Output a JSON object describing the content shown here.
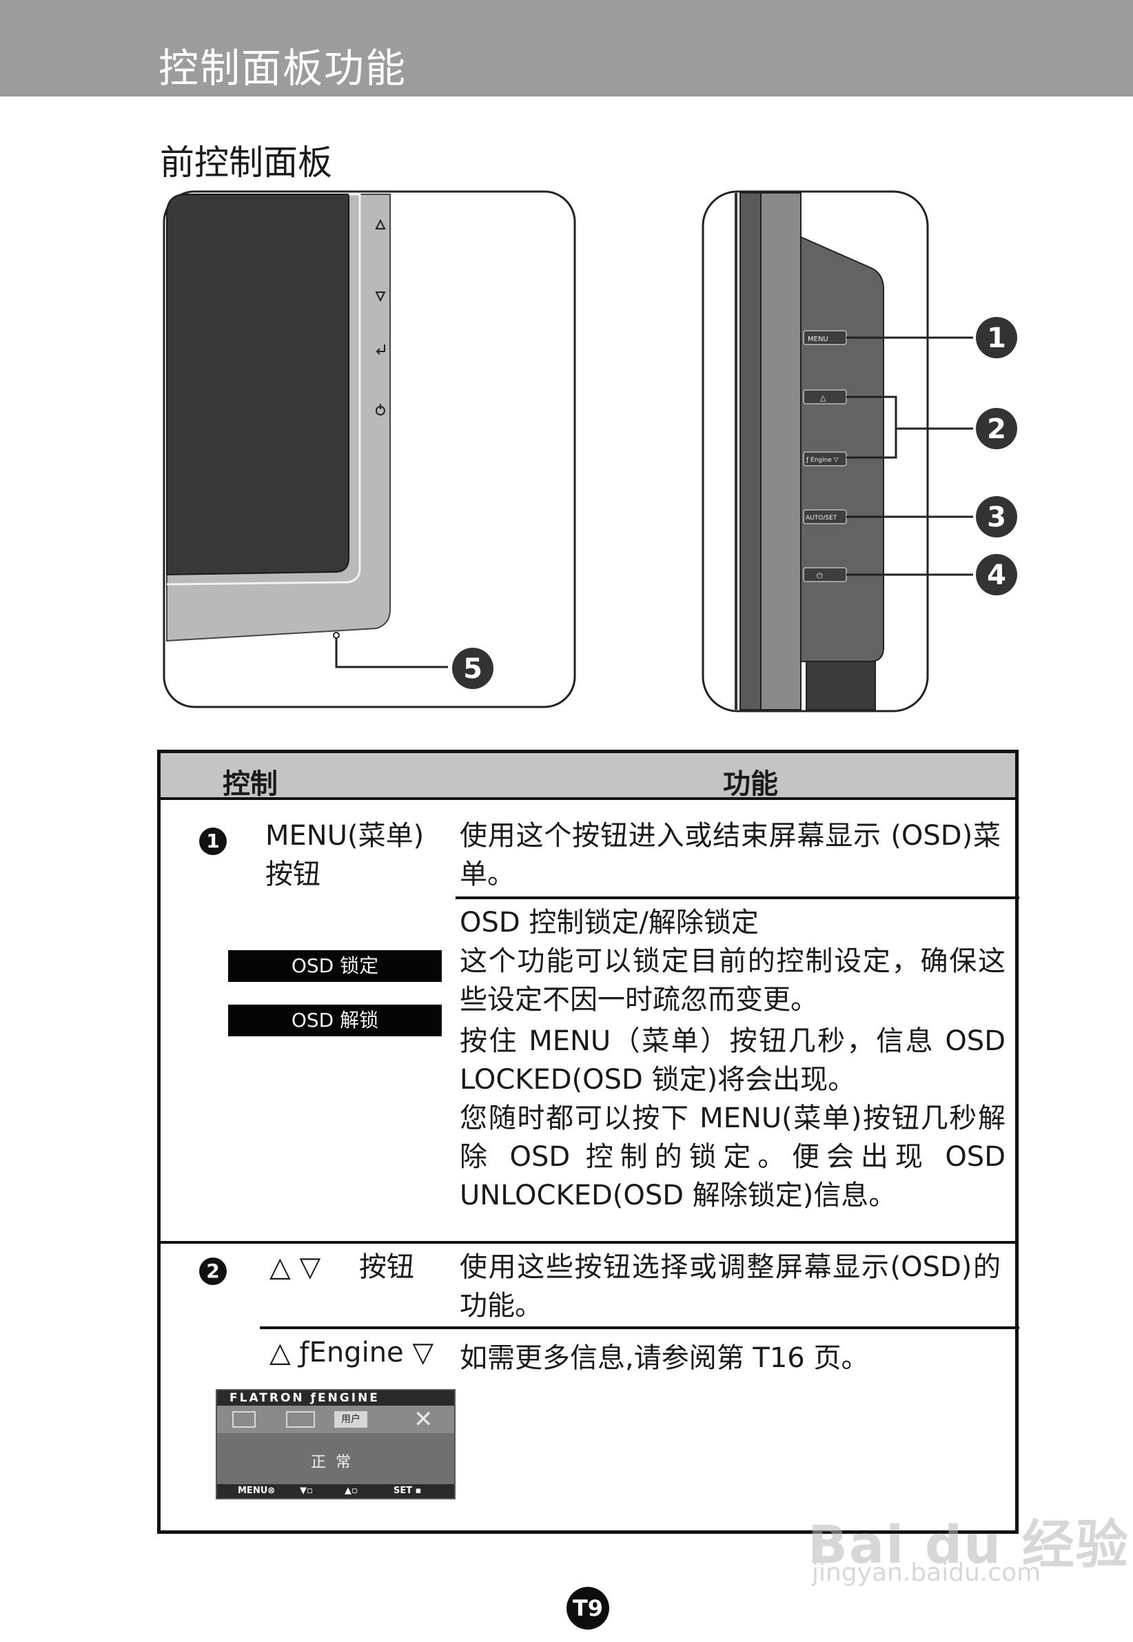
{
  "header": {
    "title": "控制面板功能"
  },
  "section": {
    "title": "前控制面板"
  },
  "diagram": {
    "left_icons": [
      "triangle-up-icon",
      "triangle-down-icon",
      "enter-icon",
      "power-icon"
    ],
    "button_labels": {
      "menu": "MENU",
      "up": "△",
      "fengine_down": "ƒ Engine ▽",
      "autoset": "AUTO/SET",
      "power": "⏻"
    },
    "callouts": [
      "1",
      "2",
      "3",
      "4",
      "5"
    ]
  },
  "table": {
    "header": {
      "control": "控制",
      "function": "功能"
    },
    "rows": [
      {
        "number": "1",
        "control_line1": "MENU(菜单)",
        "control_line2": "按钮",
        "function_text": "使用这个按钮进入或结束屏幕显示 (OSD)菜单。",
        "sub": {
          "osd_lock_label": "OSD 锁定",
          "osd_unlock_label": "OSD 解锁",
          "heading": "OSD 控制锁定/解除锁定",
          "paragraph1": "这个功能可以锁定目前的控制设定，确保这些设定不因一时疏忽而变更。",
          "paragraph2": "按住 MENU（菜单）按钮几秒，信息 OSD LOCKED(OSD 锁定)将会出现。",
          "paragraph3": "您随时都可以按下 MENU(菜单)按钮几秒解除 OSD 控制的锁定。便会出现 OSD UNLOCKED(OSD 解除锁定)信息。"
        }
      },
      {
        "number": "2",
        "control_symbols": "△ ▽",
        "control_label": "按钮",
        "function_text": "使用这些按钮选择或调整屏幕显示(OSD)的功能。",
        "sub": {
          "control_label": "△ ƒEngine ▽",
          "function_text": "如需更多信息,请参阅第 T16 页。",
          "osd_preview": {
            "title": "FLATRON ƒENGINE",
            "user_label": "用户",
            "mode": "正常",
            "bottom": [
              "MENU⊗",
              "▼▫",
              "▲▫",
              "SET ▪"
            ]
          }
        }
      }
    ]
  },
  "footer": {
    "page": "T9"
  },
  "watermark": {
    "brand": "Bai du 经验",
    "url": "jingyan.baidu.com"
  }
}
